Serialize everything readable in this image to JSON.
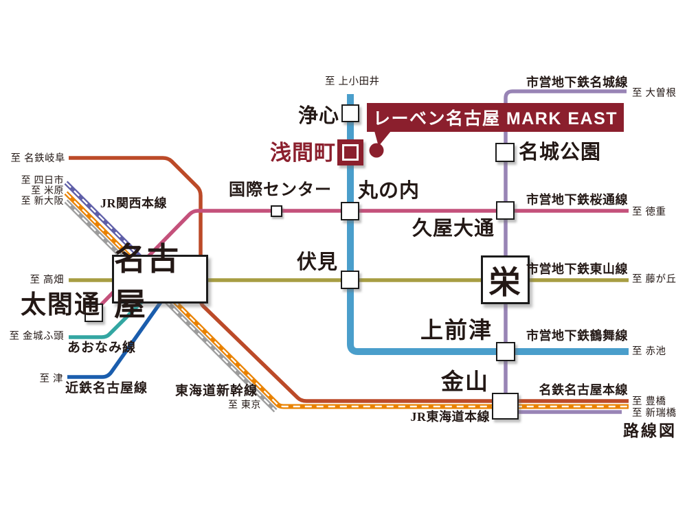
{
  "map": {
    "title": "路線図"
  },
  "banner": {
    "label": "レーベン名古屋 MARK EAST"
  },
  "colors": {
    "accent": "#8B1F2D",
    "text": "#231815",
    "tsurumai": "#4A9ECB",
    "meijo": "#9884B5",
    "sakuradori": "#C4517B",
    "higashiyama": "#A79D42",
    "meitetsu": "#BC4A28",
    "jr_tokaido": "#E98200",
    "shinkansen": "#9C9C9C",
    "jr_kansai": "#5F5FA8",
    "kintetsu": "#1A5DAD",
    "aonami": "#33A6A2"
  },
  "stations": {
    "joshin": "浄心",
    "asamacho": "浅間町",
    "meijo_koen": "名城公園",
    "kokusai_center": "国際センター",
    "marunouchi": "丸の内",
    "hisaya_odori": "久屋大通",
    "fushimi": "伏見",
    "sakae": "栄",
    "kamimaezu": "上前津",
    "kanayama": "金山",
    "nagoya": "名古屋",
    "taikodori": "太閤通"
  },
  "lines": {
    "meijo": "市営地下鉄名城線",
    "sakuradori": "市営地下鉄桜通線",
    "higashiyama": "市営地下鉄東山線",
    "tsurumai": "市営地下鉄鶴舞線",
    "meitetsu_honsen": "名鉄名古屋本線",
    "jr_tokaido": "JR東海道本線",
    "jr_kansai": "JR関西本線",
    "aonami": "あおなみ線",
    "kintetsu": "近鉄名古屋線",
    "shinkansen": "東海道新幹線"
  },
  "destinations": {
    "kami_otai": "至 上小田井",
    "ozone": "至 大曽根",
    "tokushige": "至 徳重",
    "fujigaoka": "至 藤が丘",
    "akaike": "至 赤池",
    "toyohashi": "至 豊橋",
    "aratamabashi": "至 新瑞橋",
    "meitetsu_gifu": "至 名鉄岐阜",
    "yokkaichi": "至 四日市",
    "maibara": "至 米原",
    "shin_osaka": "至 新大阪",
    "takabata": "至 高畑",
    "kinjo_futo": "至 金城ふ頭",
    "tsu": "至 津",
    "tokyo": "至 東京"
  }
}
